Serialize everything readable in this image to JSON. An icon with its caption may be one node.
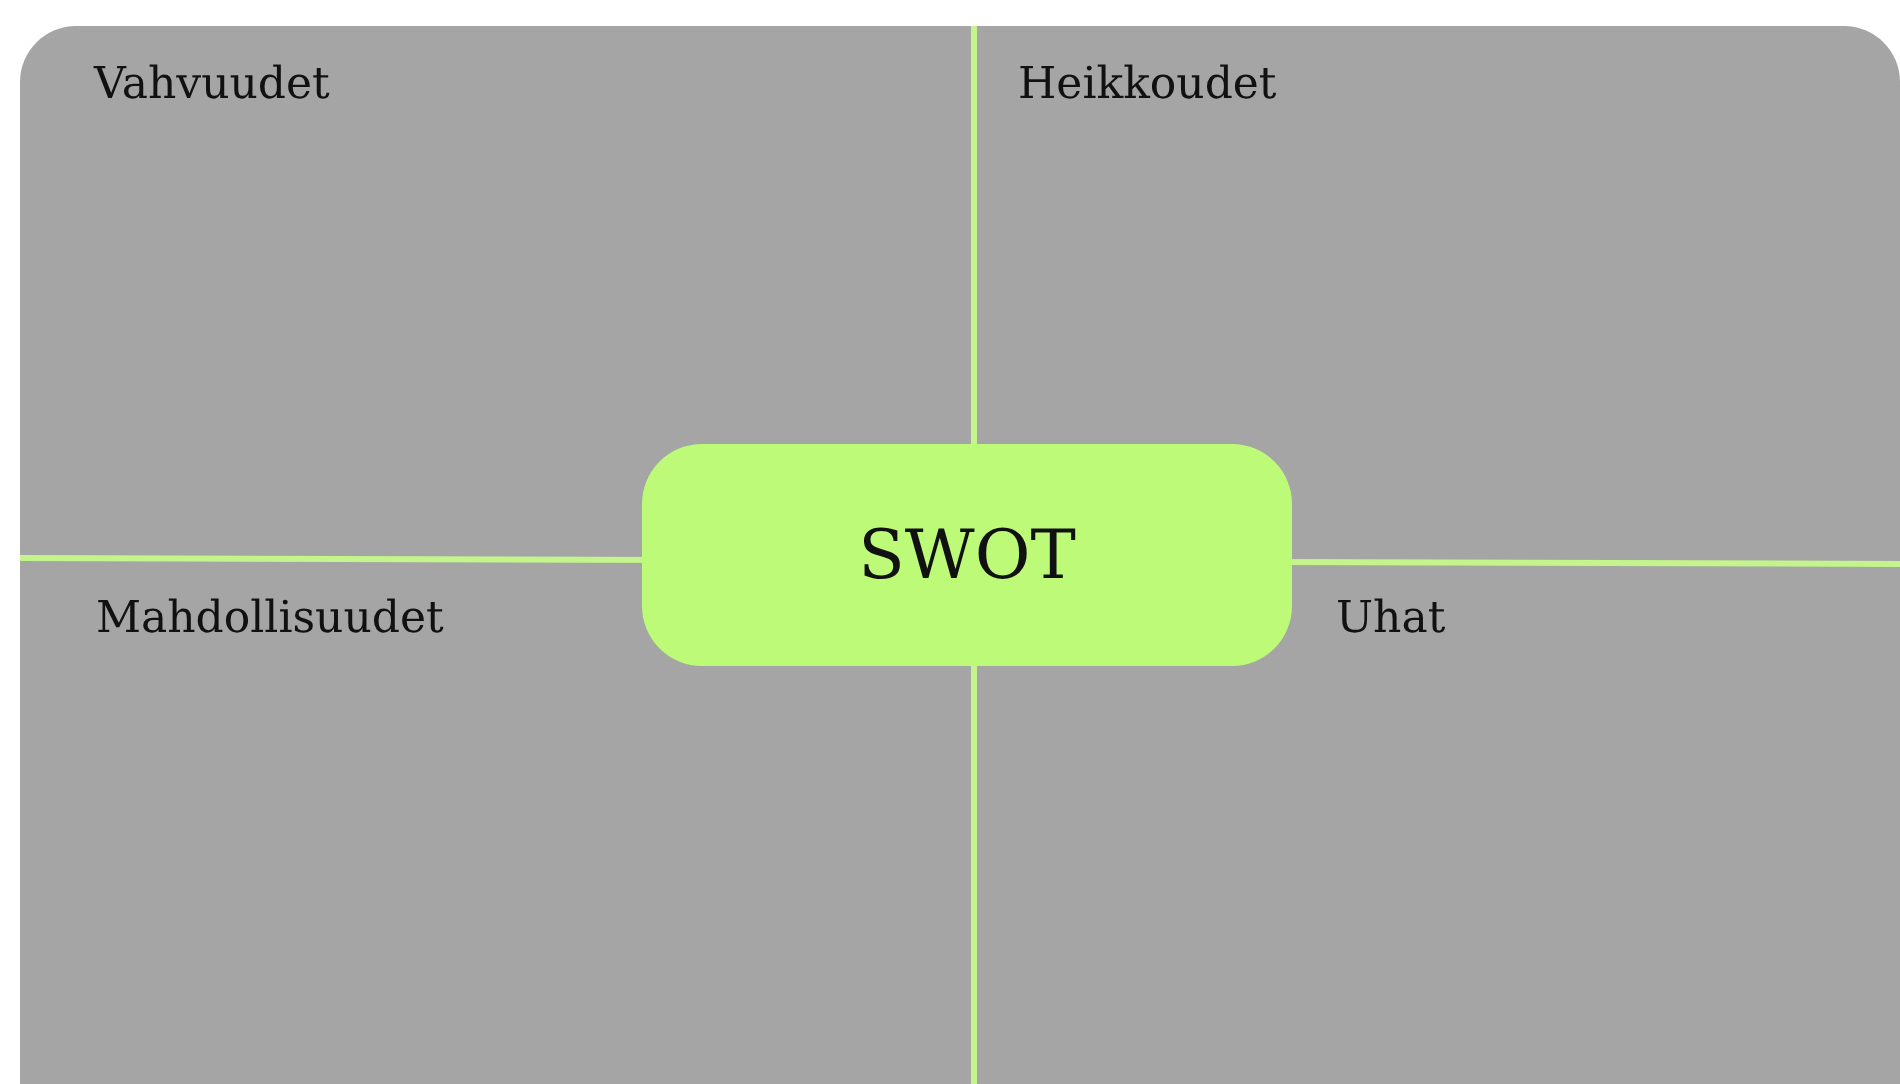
{
  "diagram": {
    "nodes": [
      {
        "text": [
          "SWOT"
        ]
      }
    ],
    "labels": [
      "Vahvuudet",
      "Heikkoudet",
      "Mahdollisuudet",
      "Uhat"
    ]
  }
}
